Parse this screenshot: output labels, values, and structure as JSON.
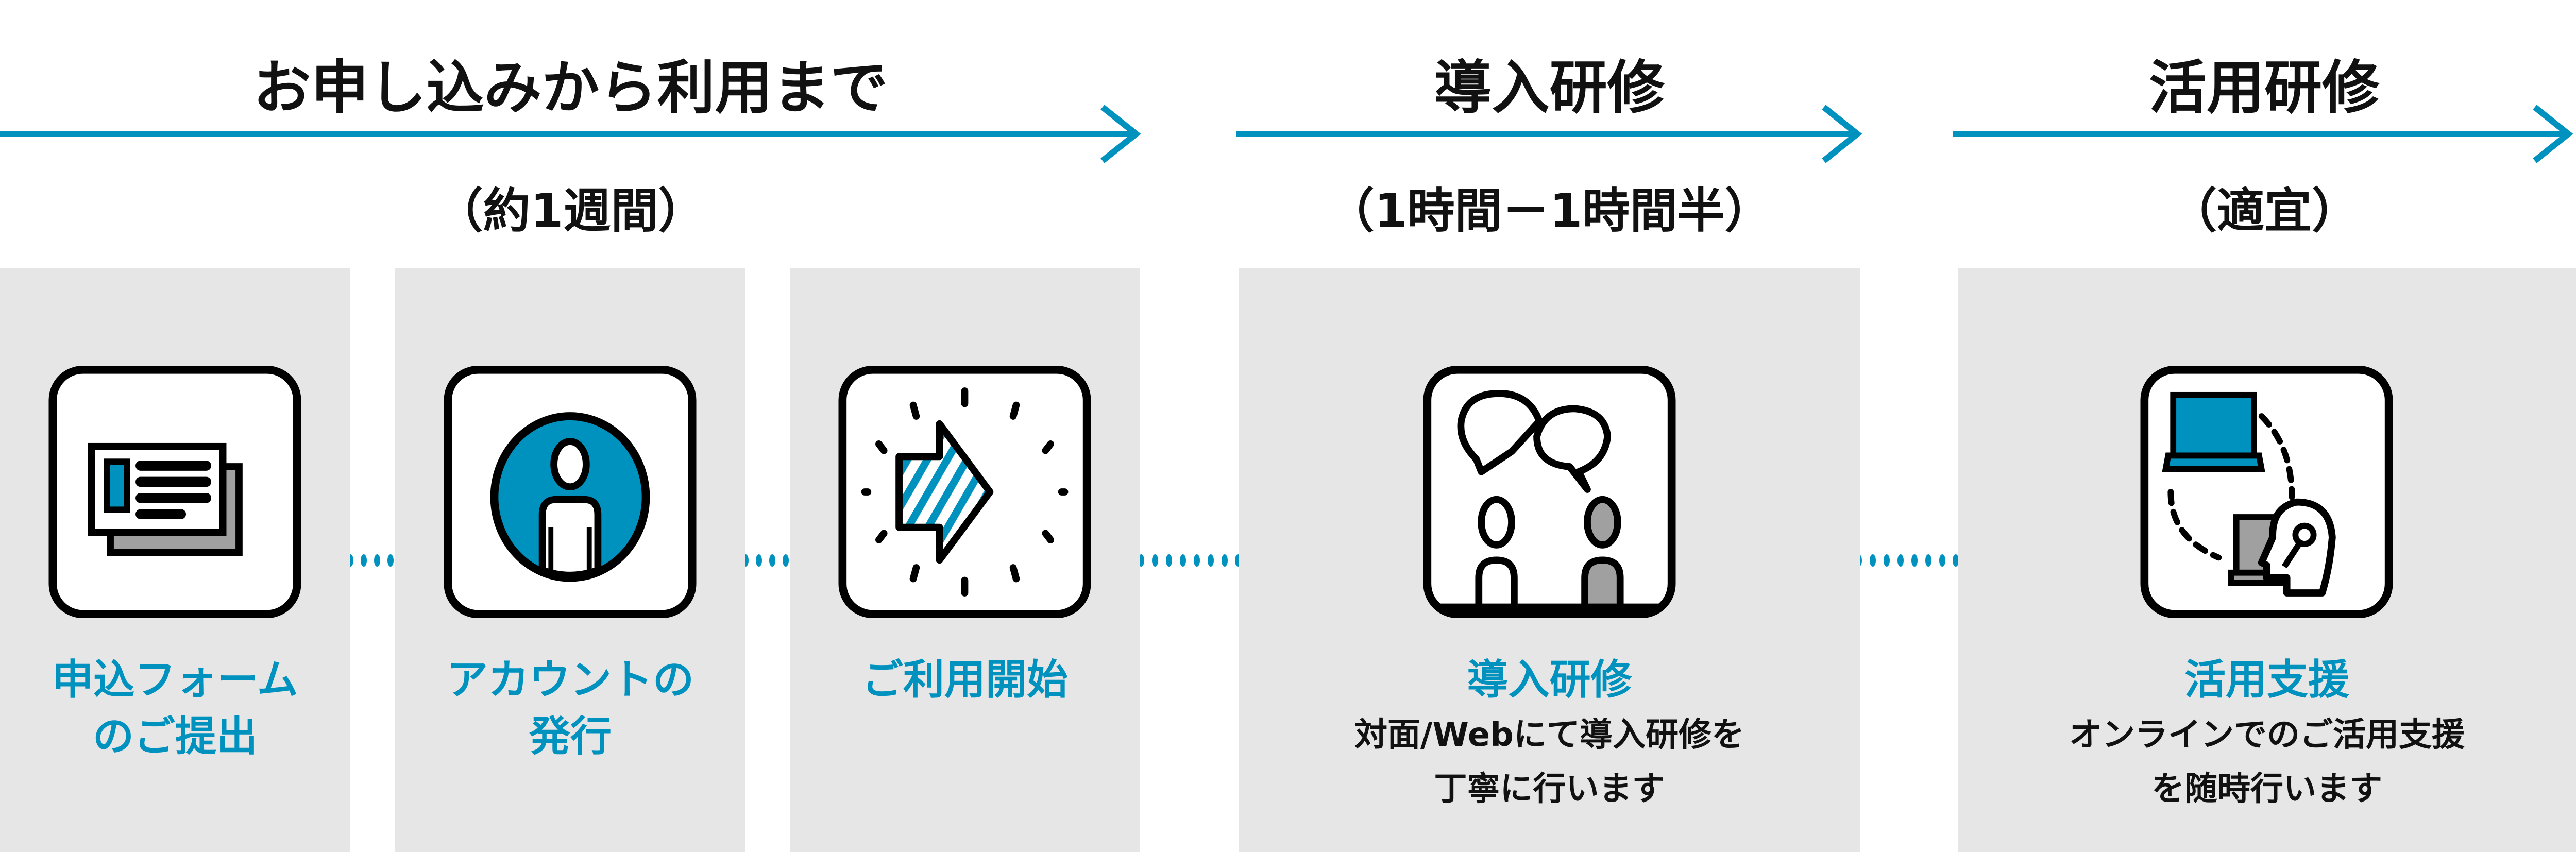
{
  "colors": {
    "accent": "#0092BF",
    "panel": "#E6E6E6",
    "grey": "#A0A0A0"
  },
  "phases": [
    {
      "title": "お申し込みから利用まで",
      "duration": "（約1週間）"
    },
    {
      "title": "導入研修",
      "duration": "（1時間－1時間半）"
    },
    {
      "title": "活用研修",
      "duration": "（適宜）"
    }
  ],
  "steps": [
    {
      "icon": "application-form-icon",
      "label_lines": [
        "申込フォーム",
        "のご提出"
      ]
    },
    {
      "icon": "account-user-icon",
      "label_lines": [
        "アカウントの",
        "発行"
      ]
    },
    {
      "icon": "start-arrow-icon",
      "label_lines": [
        "ご利用開始"
      ]
    },
    {
      "icon": "training-conversation-icon",
      "label_lines": [
        "導入研修"
      ],
      "desc_lines": [
        "対面/Webにて導入研修を",
        "丁寧に行います"
      ]
    },
    {
      "icon": "online-support-icon",
      "label_lines": [
        "活用支援"
      ],
      "desc_lines": [
        "オンラインでのご活用支援",
        "を随時行います"
      ]
    }
  ]
}
